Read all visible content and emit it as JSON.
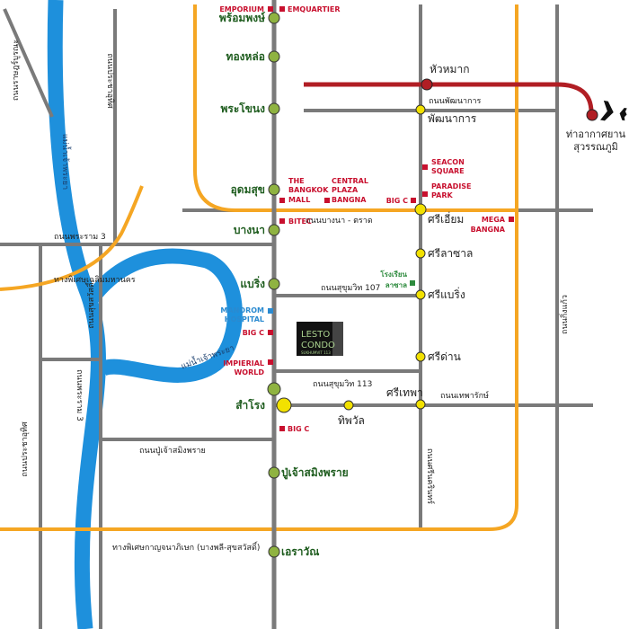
{
  "map": {
    "colors": {
      "river": "#1e90dc",
      "expressway": "#f5a623",
      "road": "#7a7a7a",
      "airport_link": "#b11e24",
      "green_line": "#8fb341",
      "yellow_line": "#f2e100",
      "poi": "#c8102e"
    },
    "condo": {
      "title_line1": "LESTO",
      "title_line2": "CONDO",
      "sub": "SUKHUMVIT 113"
    },
    "green_stations": [
      "พร้อมพงษ์",
      "ทองหล่อ",
      "พระโขนง",
      "อุดมสุข",
      "บางนา",
      "แบริ่ง",
      "สำโรง",
      "ปู่เจ้าสมิงพราย",
      "เอราวัณ"
    ],
    "yellow_stations": [
      "หัวหมาก",
      "พัฒนาการ",
      "ศรีเอี่ยม",
      "ศรีลาซาล",
      "ศรีแบริ่ง",
      "ศรีด่าน",
      "ศรีเทพา",
      "ทิพวัล"
    ],
    "pois": {
      "emporium": "EMPORIUM",
      "emquartier": "EMQUARTIER",
      "bangkok_mall": [
        "THE",
        "BANGKOK",
        "MALL"
      ],
      "central_bangna": [
        "CENTRAL",
        "PLAZA",
        "BANGNA"
      ],
      "seacon": [
        "SEACON",
        "SQUARE"
      ],
      "paradise": [
        "PARADISE",
        "PARK"
      ],
      "bigc_1": "BIG C",
      "bitec": "BITEC",
      "mega": [
        "MEGA",
        "BANGNA"
      ],
      "school": [
        "โรงเรียน",
        "ลาซาล"
      ],
      "manorom": [
        "MANOROM",
        "HOSPITAL"
      ],
      "bigc_2": "BIG C",
      "imperial": [
        "IMPIERIAL",
        "WORLD"
      ],
      "bigc_3": "BIG C"
    },
    "roads": {
      "pattanakarn": "ถนนพัฒนาการ",
      "bangna_trat": "ถนนบางนา - ตราด",
      "rama3": "ถนนพระราม 3",
      "chalerm_mahanakhon": "ทางพิเศษเฉลิมมหานคร",
      "sukhumvit107": "ถนนสุขุมวิท 107",
      "sukhumvit113": "ถนนสุขุมวิท 113",
      "thepharak": "ถนนเทพารักษ์",
      "pu_chao": "ถนนปู่เจ้าสมิงพราย",
      "kanchanaphisek": "ทางพิเศษกาญจนาภิเษก (บางพลี-สุขสวัสดิ์)",
      "ratburana": "ถนนราษฎร์บูรณะ",
      "pracha_u_thit": "ถนนประชาอุทิศ",
      "suk_sawat": "ถนนสุขสวัสดิ์",
      "rama3_v": "ถนนพระราม 3",
      "srinakarin": "ถนนศรีนครินทร์",
      "king_kaeo": "ถนนกิ่งแก้ว"
    },
    "rivers": {
      "upper": "แม่น้ำเจ้าพระยา",
      "lower": "แม่น้ำเจ้าพระยา"
    },
    "airport": {
      "line1": "ท่าอากาศยาน",
      "line2": "สุวรรณภูมิ"
    }
  }
}
